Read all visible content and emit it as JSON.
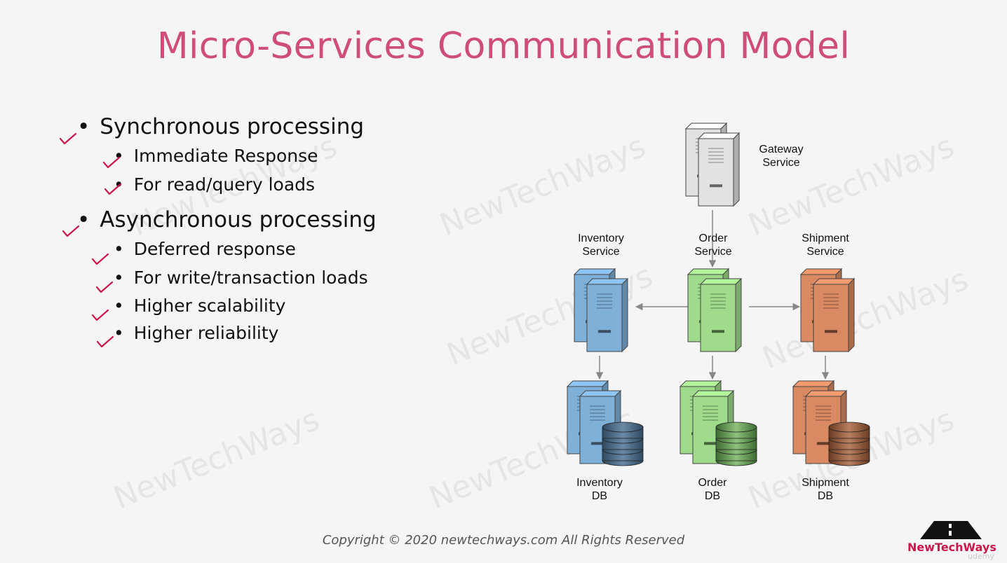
{
  "title": "Micro-Services Communication Model",
  "watermark_text": "NewTechWays",
  "bullets": [
    {
      "label": "Synchronous processing",
      "children": [
        "Immediate Response",
        "For read/query loads"
      ]
    },
    {
      "label": "Asynchronous processing",
      "children": [
        "Deferred response",
        "For write/transaction loads",
        "Higher scalability",
        "Higher reliability"
      ]
    }
  ],
  "diagram": {
    "gateway": {
      "label_line1": "Gateway",
      "label_line2": "Service"
    },
    "services": [
      {
        "label_line1": "Inventory",
        "label_line2": "Service",
        "color": "#7fb0d8"
      },
      {
        "label_line1": "Order",
        "label_line2": "Service",
        "color": "#9fdb8a"
      },
      {
        "label_line1": "Shipment",
        "label_line2": "Service",
        "color": "#d98a63"
      }
    ],
    "databases": [
      {
        "label_line1": "Inventory",
        "label_line2": "DB"
      },
      {
        "label_line1": "Order",
        "label_line2": "DB"
      },
      {
        "label_line1": "Shipment",
        "label_line2": "DB"
      }
    ]
  },
  "footer": "Copyright © 2020 newtechways.com All Rights Reserved",
  "logo": {
    "text": "NewTechWays",
    "badge": "udemy"
  },
  "colors": {
    "title": "#cf4d7a",
    "check": "#c9184a",
    "arrow": "#888888"
  }
}
